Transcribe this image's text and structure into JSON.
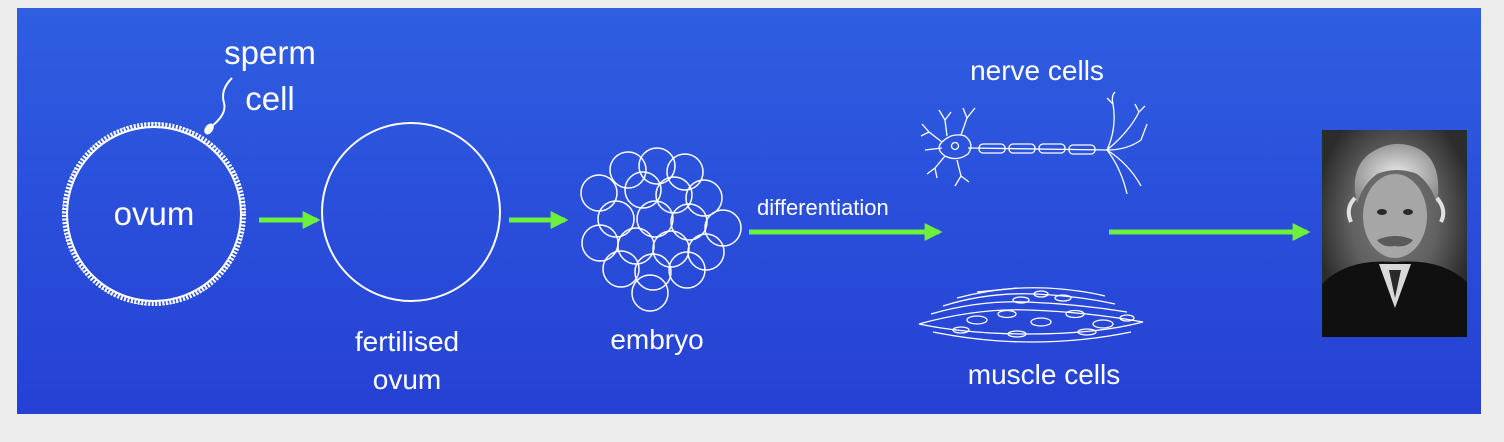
{
  "labels": {
    "sperm_line1": "sperm",
    "sperm_line2": "cell",
    "ovum": "ovum",
    "fertilised_line1": "fertilised",
    "fertilised_line2": "ovum",
    "embryo": "embryo",
    "differentiation": "differentiation",
    "nerve_cells": "nerve cells",
    "muscle_cells": "muscle cells"
  },
  "colors": {
    "background": "#2a50db",
    "arrow": "#6cf03c",
    "line": "#ffffff"
  },
  "icons": {
    "person_photo": "portrait-photo"
  }
}
